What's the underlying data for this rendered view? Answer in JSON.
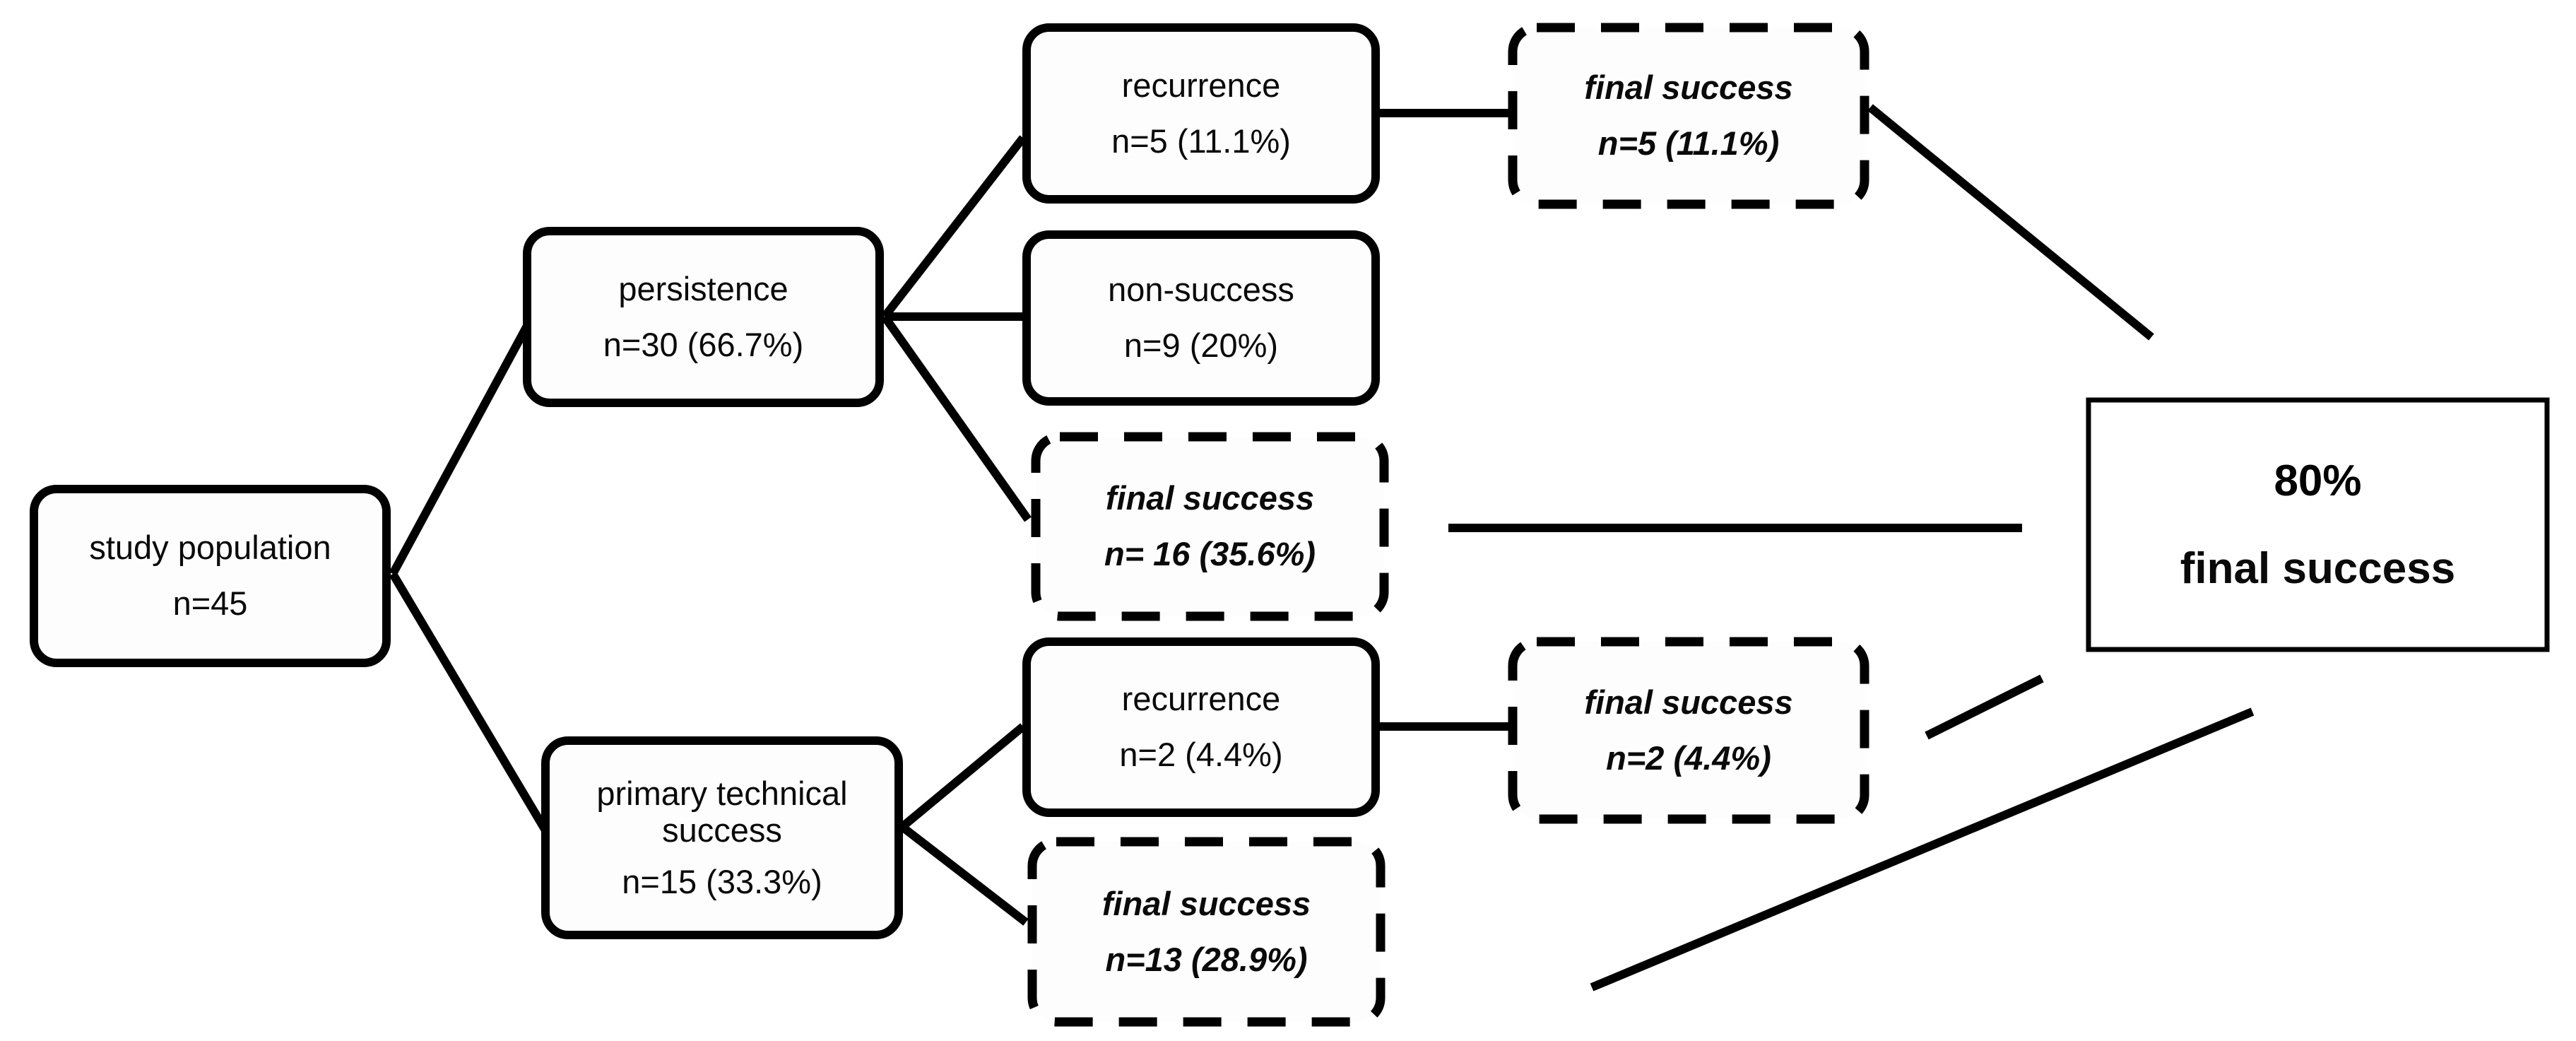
{
  "diagram": {
    "title": "patient flow diagram",
    "ink_color": "#000000",
    "box_fill": "#fdfdfd",
    "nodes": {
      "study": {
        "label": "study population",
        "count": "n=45"
      },
      "persistence": {
        "label": "persistence",
        "count": "n=30 (66.7%)"
      },
      "recurrence1": {
        "label": "recurrence",
        "count": "n=5 (11.1%)"
      },
      "nonSuccess": {
        "label": "non-success",
        "count": "n=9 (20%)"
      },
      "final16": {
        "label": "final success",
        "count": "n= 16 (35.6%)"
      },
      "final5": {
        "label": "final success",
        "count": "n=5 (11.1%)"
      },
      "primary": {
        "label": "primary technical success",
        "count": "n=15 (33.3%)"
      },
      "recurrence2": {
        "label": "recurrence",
        "count": "n=2 (4.4%)"
      },
      "final2": {
        "label": "final success",
        "count": "n=2 (4.4%)"
      },
      "final13": {
        "label": "final success",
        "count": "n=13 (28.9%)"
      },
      "overall": {
        "percent": "80%",
        "label": "final success"
      }
    }
  }
}
